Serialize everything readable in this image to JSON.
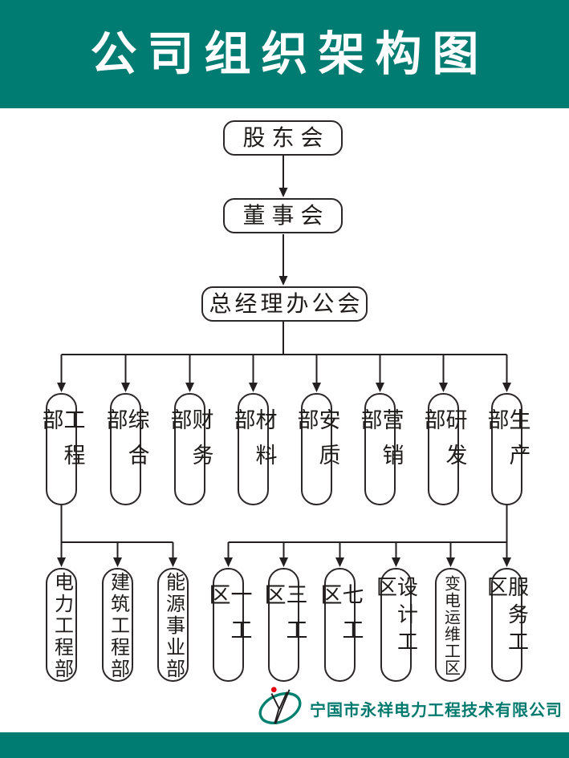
{
  "title": "公司组织架构图",
  "org": {
    "root": "股东会",
    "board": "董事会",
    "office": "总经理办公会",
    "departments": [
      "工程部",
      "综合部",
      "财务部",
      "材料部",
      "安质部",
      "营销部",
      "研发部",
      "生产部"
    ],
    "engineering_children": [
      "电力工程部",
      "建筑工程部",
      "能源事业部"
    ],
    "production_children": [
      "一工区",
      "三工区",
      "七工区",
      "设计工区",
      "变电运维工区",
      "服务工区"
    ]
  },
  "footer": {
    "company_name": "宁国市永祥电力工程技术有限公司",
    "logo_icon": "yongxiang-company-logo"
  },
  "colors": {
    "banner_teal": "#007c72",
    "footer_text_teal": "#007a6e",
    "logo_green": "#00806f",
    "logo_navy": "#1c3f6e",
    "logo_red": "#e60012",
    "line_black": "#231f20",
    "node_border": "#2b2627",
    "node_text": "#1f1b1a"
  }
}
